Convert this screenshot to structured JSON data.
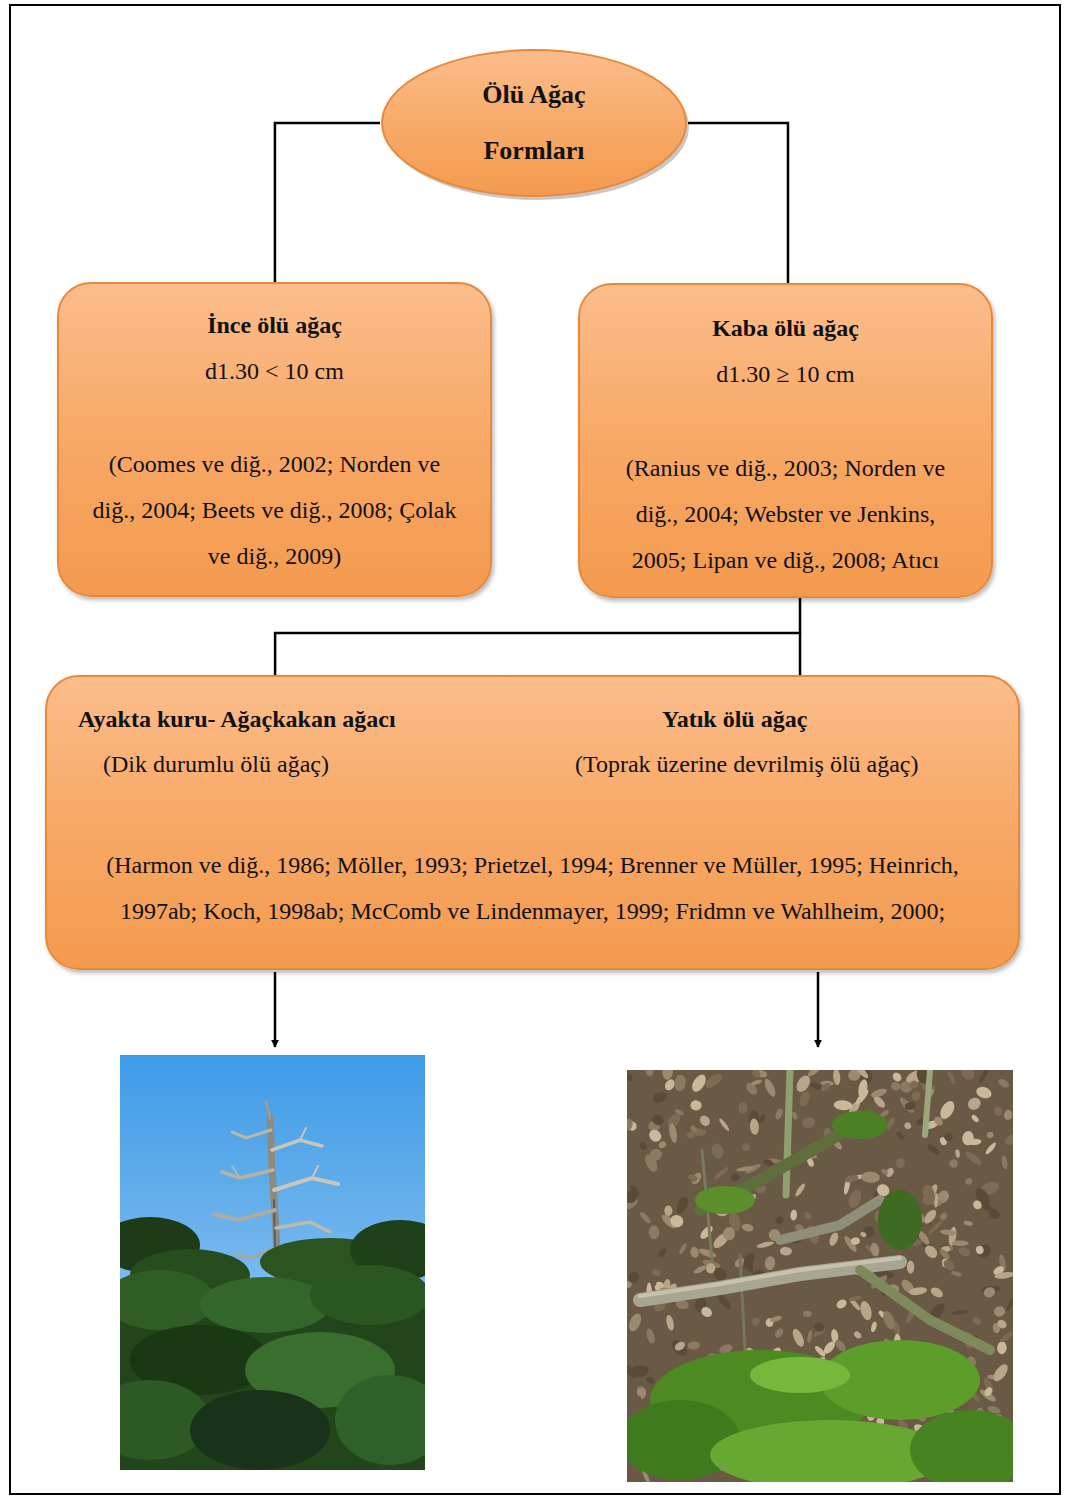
{
  "diagram": {
    "nodes": [
      {
        "text": [
          "Ölü Ağaç Formları"
        ]
      },
      {
        "text": [
          "İnce ölü ağaç",
          "d1.30 < 10 cm",
          "(Coomes ve diğ., 2002; Norden ve diğ., 2004; Beets ve diğ., 2008; Çolak ve diğ., 2009)"
        ]
      },
      {
        "text": [
          "Kaba ölü ağaç",
          "d1.30 ≥ 10 cm",
          "(Ranius ve diğ., 2003; Norden ve diğ., 2004; Webster ve Jenkins, 2005; Lipan ve diğ., 2008; Atıcı"
        ]
      },
      {
        "text": [
          "Ayakta kuru- Ağaçkakan ağacı",
          "(Dik durumlu ölü ağaç)",
          "Yatık ölü ağaç",
          "(Toprak üzerine devrilmiş ölü ağaç)",
          "(Harmon ve diğ., 1986; Möller, 1993; Prietzel, 1994; Brenner ve Müller, 1995; Heinrich, 1997ab; Koch, 1998ab; McComb ve Lindenmayer, 1999; Fridmn ve Wahlheim, 2000;"
        ]
      }
    ],
    "edges": [
      {
        "from": 0,
        "to": 1,
        "arrow": "none"
      },
      {
        "from": 0,
        "to": 2,
        "arrow": "none"
      },
      {
        "from": 2,
        "to": 3,
        "arrow": "none"
      }
    ]
  }
}
